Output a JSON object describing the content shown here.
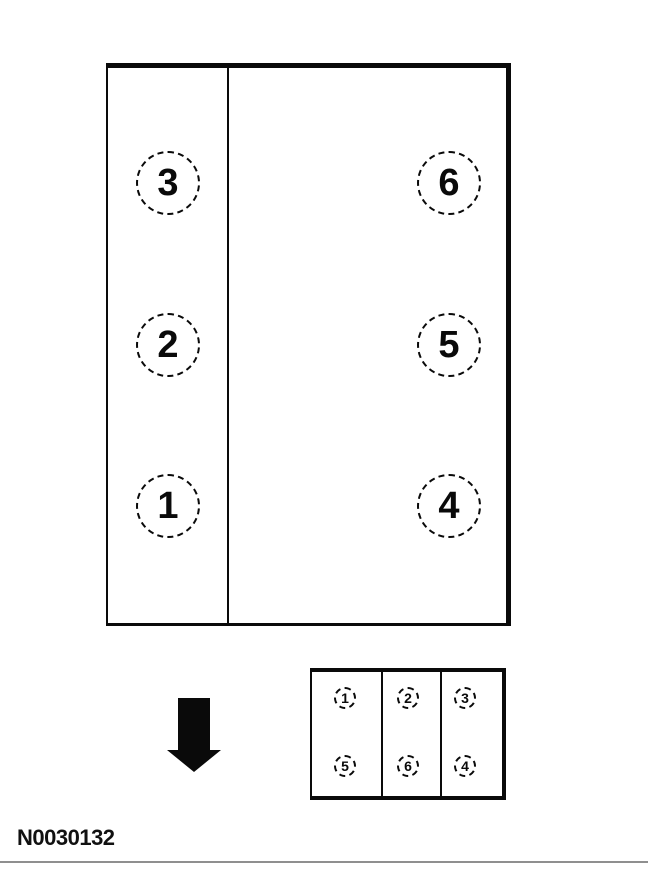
{
  "diagram": {
    "reference_label": "N0030132",
    "engine_block": {
      "left_bank_cylinders": [
        "3",
        "2",
        "1"
      ],
      "right_bank_cylinders": [
        "6",
        "5",
        "4"
      ]
    },
    "connector_block": {
      "top_row": [
        "1",
        "2",
        "3"
      ],
      "bottom_row": [
        "5",
        "6",
        "4"
      ]
    },
    "arrow": {
      "direction": "down"
    },
    "colors": {
      "line": "#0a0a0a",
      "separator": "#8f8f8f"
    }
  }
}
